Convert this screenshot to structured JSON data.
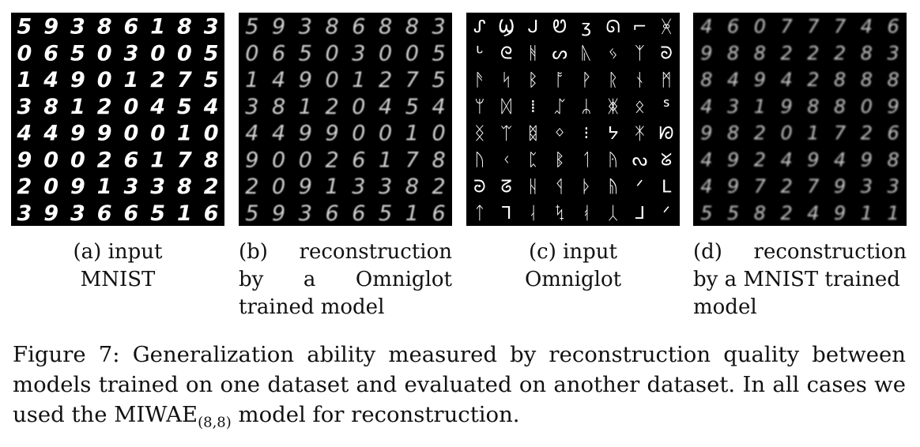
{
  "panels": [
    {
      "id": "a",
      "label": "(a)",
      "caption_lines": [
        "(a) input",
        "MNIST"
      ],
      "style": "mnist-input",
      "glyphs": [
        [
          "5",
          "9",
          "3",
          "8",
          "6",
          "1",
          "8",
          "3"
        ],
        [
          "0",
          "6",
          "5",
          "0",
          "3",
          "0",
          "0",
          "5"
        ],
        [
          "1",
          "4",
          "9",
          "0",
          "1",
          "2",
          "7",
          "5"
        ],
        [
          "3",
          "8",
          "1",
          "2",
          "0",
          "4",
          "5",
          "4"
        ],
        [
          "4",
          "4",
          "9",
          "9",
          "0",
          "0",
          "1",
          "0"
        ],
        [
          "9",
          "0",
          "0",
          "2",
          "6",
          "1",
          "7",
          "8"
        ],
        [
          "2",
          "0",
          "9",
          "1",
          "3",
          "3",
          "8",
          "2"
        ],
        [
          "3",
          "9",
          "3",
          "6",
          "6",
          "5",
          "1",
          "6"
        ]
      ]
    },
    {
      "id": "b",
      "label": "(b)",
      "caption_lines": [
        "(b)  reconstruction",
        "by  a  Omniglot",
        "trained model"
      ],
      "style": "mnist-recon",
      "glyphs": [
        [
          "5",
          "9",
          "3",
          "8",
          "6",
          "8",
          "8",
          "3"
        ],
        [
          "0",
          "6",
          "5",
          "0",
          "3",
          "0",
          "0",
          "5"
        ],
        [
          "1",
          "4",
          "9",
          "0",
          "1",
          "2",
          "7",
          "5"
        ],
        [
          "3",
          "8",
          "1",
          "2",
          "0",
          "4",
          "5",
          "4"
        ],
        [
          "4",
          "4",
          "9",
          "9",
          "0",
          "0",
          "1",
          "0"
        ],
        [
          "9",
          "0",
          "0",
          "2",
          "6",
          "1",
          "7",
          "8"
        ],
        [
          "2",
          "0",
          "9",
          "1",
          "3",
          "3",
          "8",
          "2"
        ],
        [
          "5",
          "9",
          "3",
          "6",
          "6",
          "5",
          "1",
          "6"
        ]
      ]
    },
    {
      "id": "c",
      "label": "(c)",
      "caption_lines": [
        "(c) input",
        "Omniglot"
      ],
      "style": "omniglot-input",
      "glyphs": [
        [
          "ᔑ",
          "Ϣ",
          "ᒍ",
          "Ꮼ",
          "ʒ",
          "ᘏ",
          "⌐",
          "ᚸ"
        ],
        [
          "ᒡ",
          "ᘓ",
          "ᚻ",
          "ᔕ",
          "ᚣ",
          "ᛃ",
          "ᛉ",
          "ᘐ"
        ],
        [
          "ᚫ",
          "ᛋ",
          "ᛒ",
          "ᚩ",
          "ᚹ",
          "ᚱ",
          "ᚾ",
          "ᛗ"
        ],
        [
          "ᛘ",
          "ᛞ",
          "⁞",
          "ᛢ",
          "ᛦ",
          "ᛤ",
          "ᛟ",
          "ᔆ"
        ],
        [
          "ᛝ",
          "ᛠ",
          "ᛥ",
          "ᛜ",
          "⁝",
          "ᔭ",
          "ᛡ",
          "ᘗ"
        ],
        [
          "ᚢ",
          "ᚲ",
          "ᛈ",
          "ᛔ",
          "ᛐ",
          "ᚤ",
          "ᔓ",
          "ᘜ"
        ],
        [
          "ᘒ",
          "ᘔ",
          "ᚺ",
          "ᛩ",
          "ᚦ",
          "ᚥ",
          "ᐟ",
          "ᒪ"
        ],
        [
          "ᛏ",
          "ᒣ",
          "ᛆ",
          "ᛪ",
          "ᚮ",
          "ᛸ",
          "ᒧ",
          "ᐟ"
        ]
      ]
    },
    {
      "id": "d",
      "label": "(d)",
      "caption_lines": [
        "(d)   reconstruction",
        "by a MNIST trained",
        "model"
      ],
      "style": "omniglot-recon",
      "glyphs": [
        [
          "4",
          "6",
          "0",
          "7",
          "7",
          "7",
          "4",
          "6"
        ],
        [
          "9",
          "8",
          "8",
          "2",
          "2",
          "2",
          "8",
          "3"
        ],
        [
          "8",
          "4",
          "9",
          "4",
          "2",
          "8",
          "8",
          "8"
        ],
        [
          "4",
          "3",
          "1",
          "9",
          "8",
          "8",
          "0",
          "9"
        ],
        [
          "9",
          "8",
          "2",
          "0",
          "1",
          "7",
          "2",
          "6"
        ],
        [
          "4",
          "9",
          "2",
          "4",
          "9",
          "4",
          "9",
          "8"
        ],
        [
          "4",
          "9",
          "7",
          "2",
          "7",
          "9",
          "3",
          "3"
        ],
        [
          "5",
          "5",
          "8",
          "2",
          "4",
          "9",
          "1",
          "1"
        ]
      ]
    }
  ],
  "figure_caption": {
    "prefix": "Figure 7:  Generalization ability measured by reconstruction quality between models trained on one dataset and evaluated on another dataset.  In all cases we used the ",
    "model_name": "MIWAE",
    "model_subscript": "(8,8)",
    "suffix": " model for reconstruction."
  }
}
